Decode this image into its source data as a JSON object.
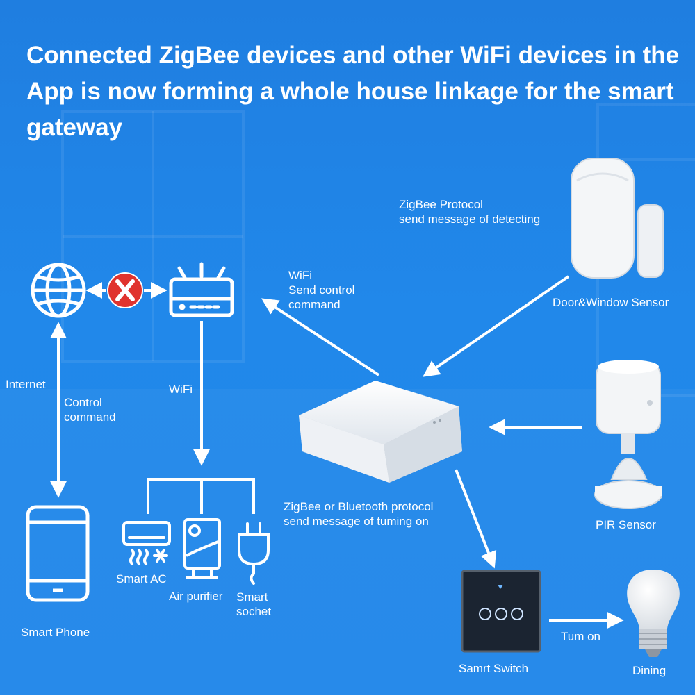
{
  "title": "Connected ZigBee devices and other WiFi devices in the App is now forming a whole house linkage for the smart gateway",
  "labels": {
    "zigbee_protocol": "ZigBee Protocol\nsend message of detecting",
    "door_window_sensor": "Door&Window Sensor",
    "wifi_send": "WiFi\nSend control\ncommand",
    "internet": "Internet",
    "control_command": "Control\ncommand",
    "wifi": "WiFi",
    "zigbee_bluetooth": "ZigBee or Bluetooth protocol\nsend message of tuming on",
    "pir_sensor": "PIR Sensor",
    "smart_ac": "Smart AC",
    "air_purifier": "Air purifier",
    "smart_socket": "Smart\nsochet",
    "smart_phone": "Smart Phone",
    "smart_switch": "Samrt Switch",
    "turn_on": "Tum on",
    "dining": "Dining"
  },
  "colors": {
    "background": "#2188ea",
    "block": "#e0332e",
    "line": "#ffffff"
  },
  "icons": [
    "globe-icon",
    "blocked-x-icon",
    "router-icon",
    "phone-icon",
    "ac-icon",
    "air-purifier-icon",
    "socket-icon",
    "gateway-hub",
    "door-window-sensor",
    "pir-sensor",
    "smart-switch",
    "bulb-icon"
  ]
}
